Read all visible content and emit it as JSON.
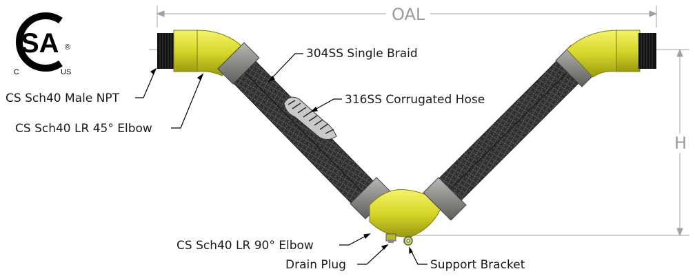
{
  "logo": {
    "mark": "SA",
    "left_letter": "C",
    "right_letters": "US",
    "registered": "®"
  },
  "dimensions": {
    "overall_length": "OAL",
    "height": "H"
  },
  "callouts": {
    "male_npt": "CS Sch40 Male NPT",
    "elbow_45": "CS Sch40 LR 45° Elbow",
    "braid": "304SS Single Braid",
    "corrugated_hose": "316SS Corrugated Hose",
    "elbow_90": "CS Sch40 LR 90° Elbow",
    "drain_plug": "Drain Plug",
    "support_bracket": "Support Bracket"
  },
  "colors": {
    "fitting_yellow": "#d9d92a",
    "braid_dark": "#3d3d3d",
    "ferrule_gray": "#8c8c88",
    "thread_black": "#111111",
    "dimension_gray": "#9a9a9a"
  }
}
